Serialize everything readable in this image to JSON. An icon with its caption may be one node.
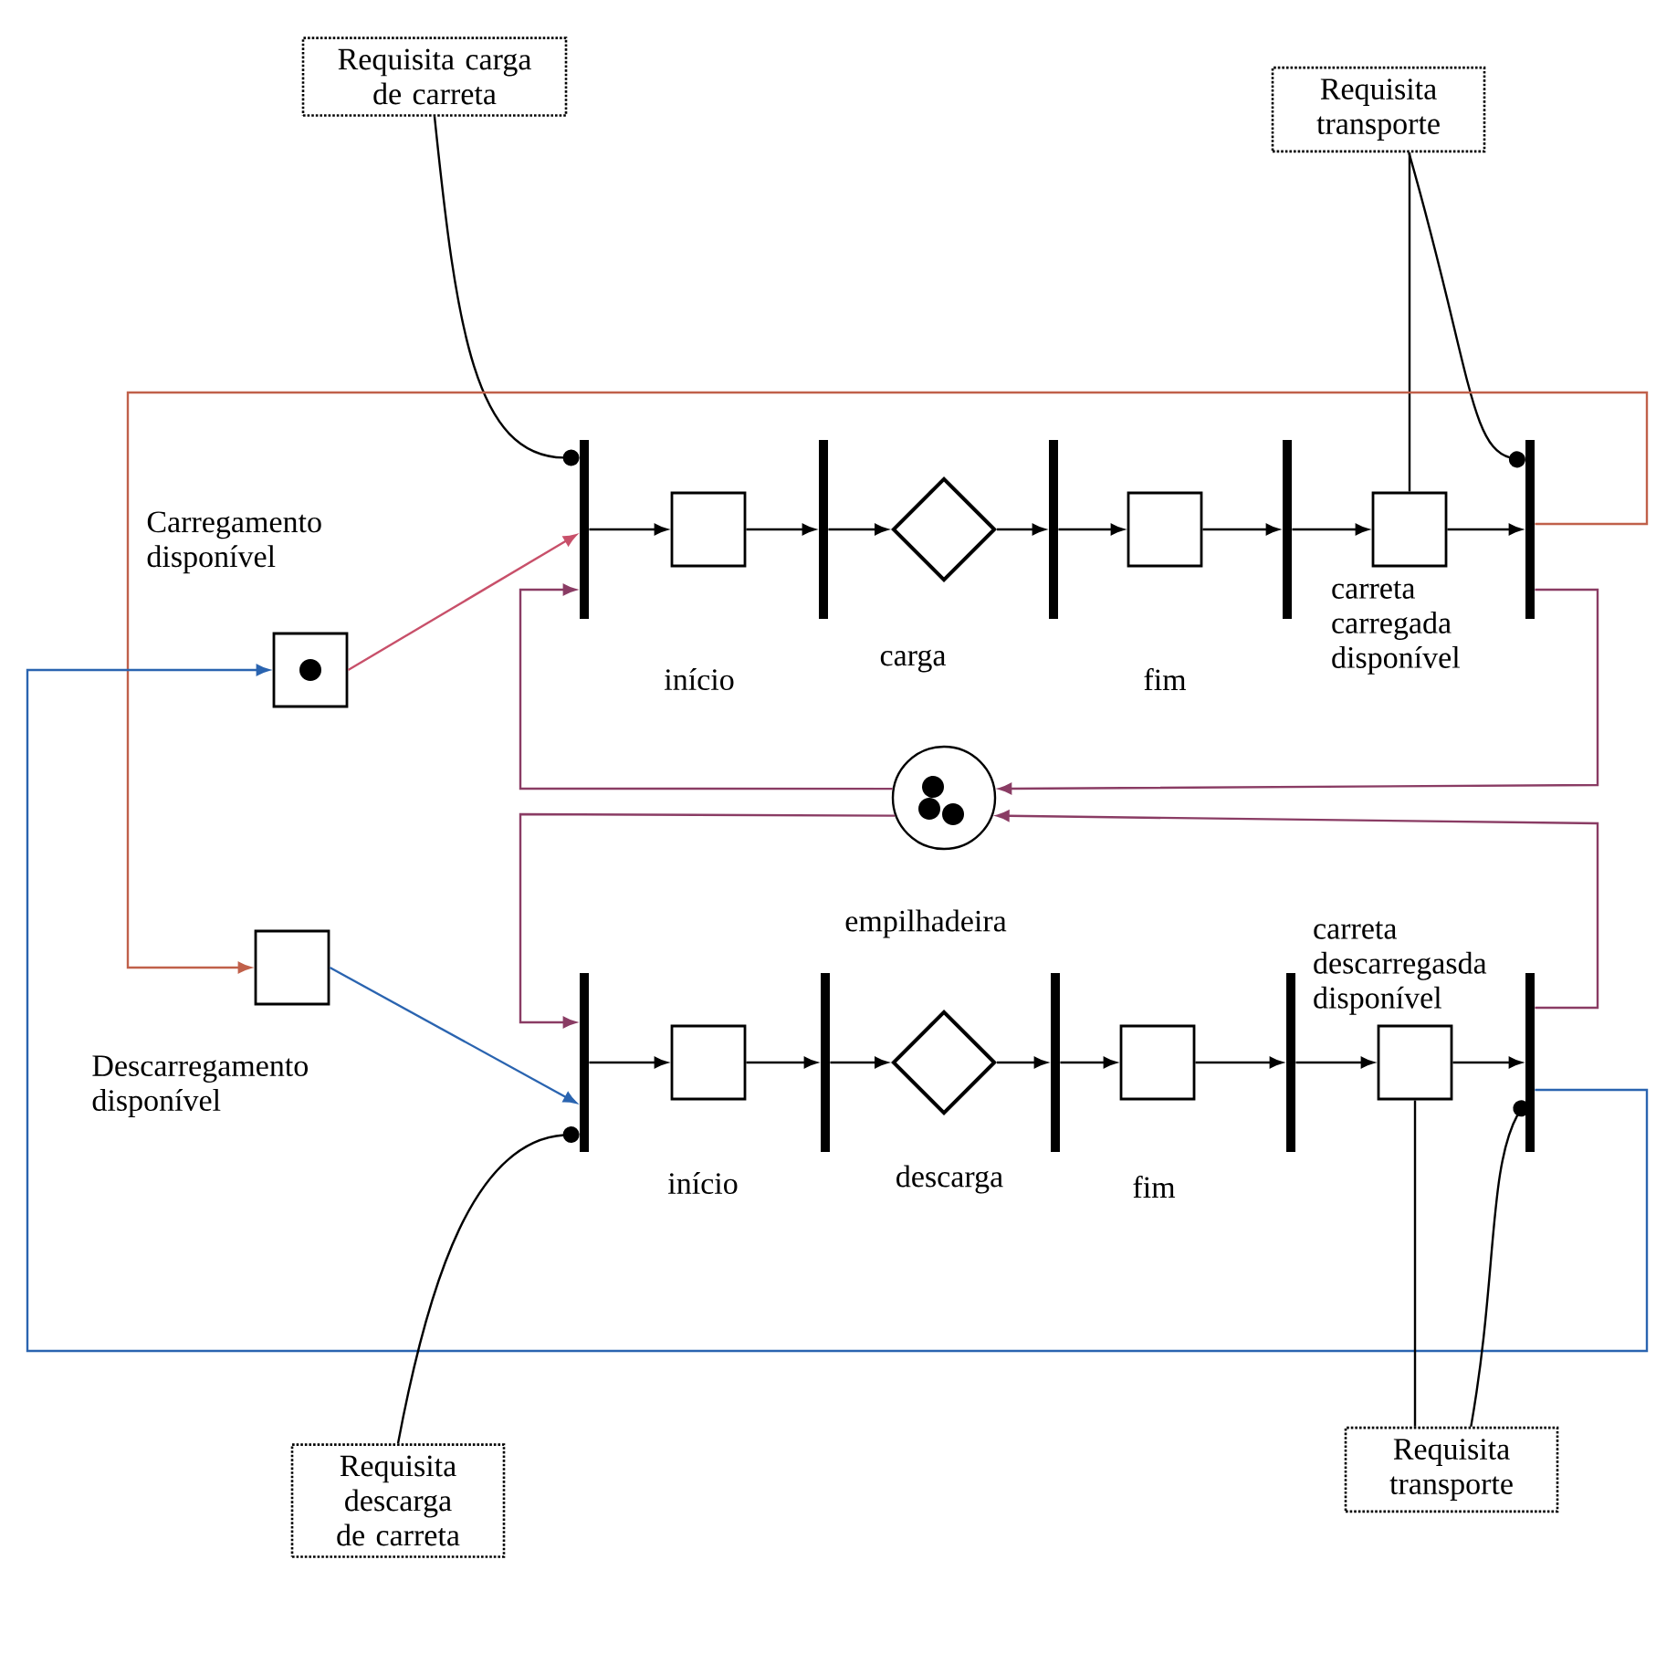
{
  "diagram": {
    "nodes": [
      {
        "text": [
          "Requisita carga de carreta"
        ]
      },
      {
        "text": [
          "Requisita transporte"
        ]
      },
      {
        "text": [],
        "shape": "box",
        "beside": [
          "Carregamento disponível"
        ]
      },
      {
        "text": [],
        "shape": "bar"
      },
      {
        "text": [],
        "shape": "box",
        "beside": [
          "início"
        ]
      },
      {
        "text": [],
        "shape": "bar"
      },
      {
        "text": [],
        "shape": "diamond",
        "beside": [
          "carga"
        ]
      },
      {
        "text": [],
        "shape": "bar"
      },
      {
        "text": [],
        "shape": "box",
        "beside": [
          "fim"
        ]
      },
      {
        "text": [],
        "shape": "bar"
      },
      {
        "text": [],
        "shape": "box",
        "beside": [
          "carreta carregada disponível"
        ]
      },
      {
        "text": [],
        "shape": "bar"
      },
      {
        "text": [],
        "shape": "circle",
        "beside": [
          "empilhadeira"
        ]
      },
      {
        "text": [],
        "shape": "box",
        "beside": [
          "Descarregamento disponível"
        ]
      },
      {
        "text": [],
        "shape": "bar"
      },
      {
        "text": [],
        "shape": "box",
        "beside": [
          "início"
        ]
      },
      {
        "text": [],
        "shape": "bar"
      },
      {
        "text": [],
        "shape": "diamond",
        "beside": [
          "descarga"
        ]
      },
      {
        "text": [],
        "shape": "bar"
      },
      {
        "text": [],
        "shape": "box",
        "beside": [
          "fim"
        ]
      },
      {
        "text": [],
        "shape": "bar"
      },
      {
        "text": [],
        "shape": "box",
        "beside": [
          "carreta descarregasda disponível"
        ]
      },
      {
        "text": [],
        "shape": "bar"
      },
      {
        "text": [
          "Requisita descarga de carreta"
        ]
      },
      {
        "text": [
          "Requisita transporte"
        ]
      }
    ],
    "edges": [
      {
        "from": 0,
        "to": 3,
        "arrow": "other"
      },
      {
        "from": 1,
        "to": 11,
        "arrow": "other"
      },
      {
        "from": 10,
        "to": 1,
        "arrow": "none"
      },
      {
        "from": 2,
        "to": 3,
        "arrow": "to",
        "color": "#c8506a"
      },
      {
        "from": 3,
        "to": 4,
        "arrow": "to"
      },
      {
        "from": 4,
        "to": 5,
        "arrow": "to"
      },
      {
        "from": 5,
        "to": 6,
        "arrow": "to"
      },
      {
        "from": 6,
        "to": 7,
        "arrow": "to"
      },
      {
        "from": 7,
        "to": 8,
        "arrow": "to"
      },
      {
        "from": 8,
        "to": 9,
        "arrow": "to"
      },
      {
        "from": 9,
        "to": 10,
        "arrow": "to"
      },
      {
        "from": 10,
        "to": 11,
        "arrow": "to"
      },
      {
        "from": 11,
        "to": 12,
        "arrow": "to",
        "color": "#8a3c64"
      },
      {
        "from": 12,
        "to": 3,
        "arrow": "to",
        "color": "#8a3c64"
      },
      {
        "from": 12,
        "to": 14,
        "arrow": "to",
        "color": "#8a3c64"
      },
      {
        "from": 22,
        "to": 12,
        "arrow": "to",
        "color": "#8a3c64"
      },
      {
        "from": 11,
        "to": 13,
        "arrow": "to",
        "color": "#c0604a"
      },
      {
        "from": 22,
        "to": 2,
        "arrow": "to",
        "color": "#2a64b0"
      },
      {
        "from": 13,
        "to": 14,
        "arrow": "to",
        "color": "#2a64b0"
      },
      {
        "from": 14,
        "to": 15,
        "arrow": "to"
      },
      {
        "from": 15,
        "to": 16,
        "arrow": "to"
      },
      {
        "from": 16,
        "to": 17,
        "arrow": "to"
      },
      {
        "from": 17,
        "to": 18,
        "arrow": "to"
      },
      {
        "from": 18,
        "to": 19,
        "arrow": "to"
      },
      {
        "from": 19,
        "to": 20,
        "arrow": "to"
      },
      {
        "from": 20,
        "to": 21,
        "arrow": "to"
      },
      {
        "from": 21,
        "to": 22,
        "arrow": "to"
      },
      {
        "from": 23,
        "to": 14,
        "arrow": "other"
      },
      {
        "from": 24,
        "to": 22,
        "arrow": "other"
      },
      {
        "from": 21,
        "to": 24,
        "arrow": "none"
      }
    ]
  }
}
